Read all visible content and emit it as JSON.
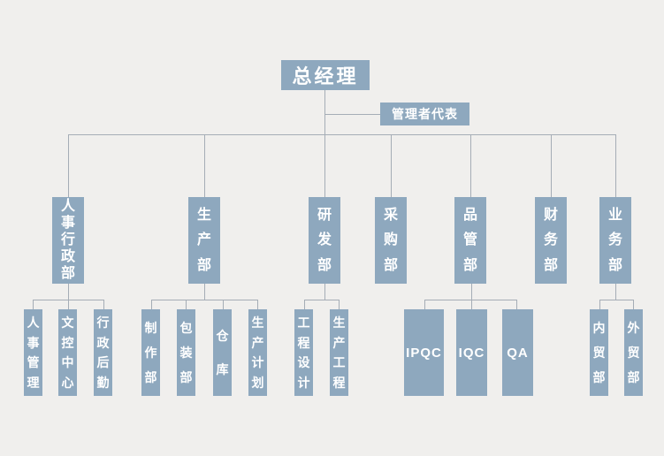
{
  "chart": {
    "type": "org-chart",
    "root": {
      "label": "总经理"
    },
    "staff": {
      "label": "管理者代表"
    },
    "departments": [
      {
        "label": "人事行政部",
        "children": [
          "人事管理",
          "文控中心",
          "行政后勤"
        ]
      },
      {
        "label": "生产部",
        "children": [
          "制作部",
          "包装部",
          "仓库",
          "生产计划"
        ]
      },
      {
        "label": "研发部",
        "children": [
          "工程设计",
          "生产工程"
        ]
      },
      {
        "label": "采购部",
        "children": []
      },
      {
        "label": "品管部",
        "children": [
          "IPQC",
          "IQC",
          "QA"
        ]
      },
      {
        "label": "财务部",
        "children": []
      },
      {
        "label": "业务部",
        "children": [
          "内贸部",
          "外贸部"
        ]
      }
    ],
    "colors": {
      "background": "#f0efed",
      "box_fill": "#8ea8be",
      "box_text": "#ffffff",
      "connector": "#a5adb6"
    }
  }
}
